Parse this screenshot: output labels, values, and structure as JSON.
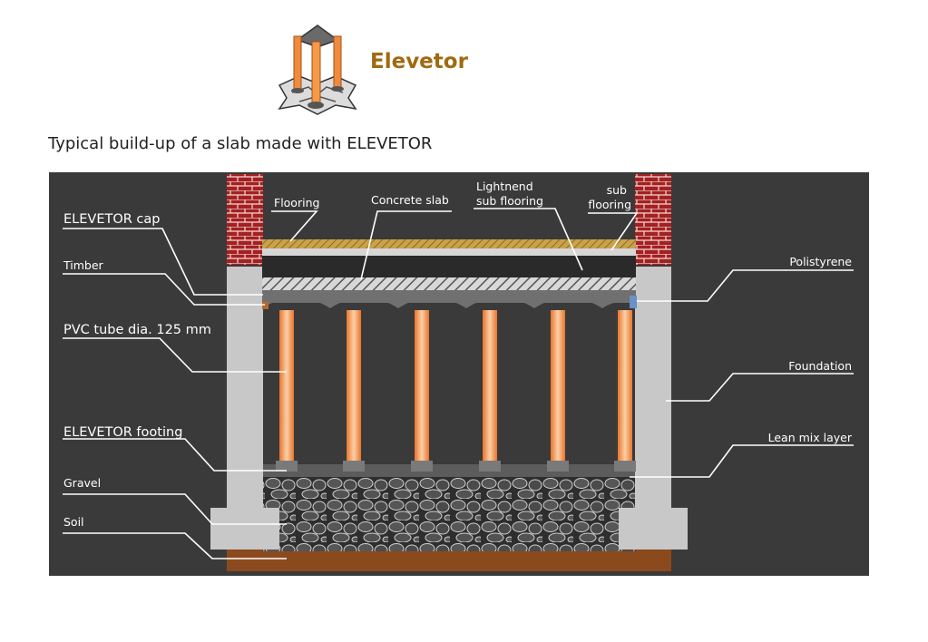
{
  "header": {
    "brand": "Elevetor",
    "caption": "Typical build-up of a slab made with ELEVETOR",
    "logo_icon": "elevetor-product-icon"
  },
  "colors": {
    "brand": "#a06a10",
    "background": "#3a3a3a",
    "pvc_tube": "#f08a3c",
    "concrete": "#c8c8c8",
    "brick": "#9c1d1d",
    "soil": "#8b4a1e",
    "flooring": "#c9a24a"
  },
  "labels": {
    "left": {
      "cap": "ELEVETOR cap",
      "timber": "Timber",
      "pvc": "PVC tube dia. 125 mm",
      "footing": "ELEVETOR footing",
      "gravel": "Gravel",
      "soil": "Soil"
    },
    "top": {
      "flooring": "Flooring",
      "slab": "Concrete slab",
      "light1": "Lightnend",
      "light2": "sub flooring",
      "sub1": "sub",
      "sub2": "flooring"
    },
    "right": {
      "polistyrene": "Polistyrene",
      "foundation": "Foundation",
      "lean": "Lean mix layer"
    }
  }
}
